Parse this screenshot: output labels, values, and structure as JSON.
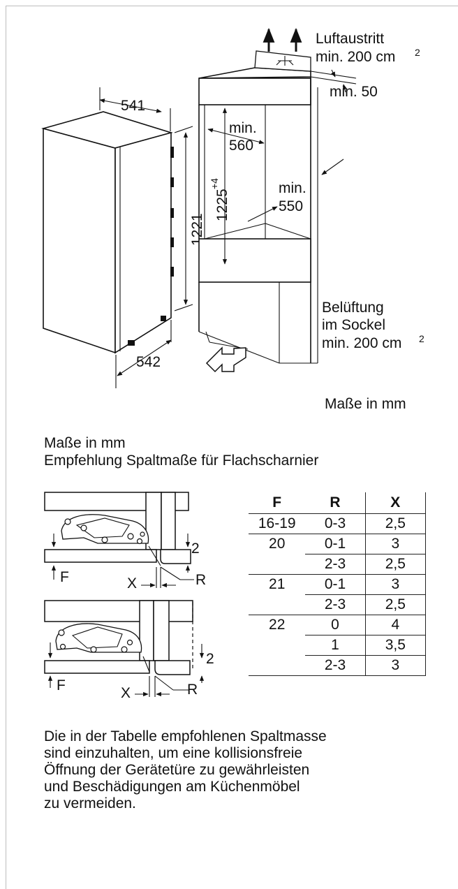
{
  "top_diagram": {
    "labels": {
      "width_top": "541",
      "height_left": "1221",
      "depth_bottom": "542",
      "niche_height": "1225",
      "niche_height_tolerance": "+4",
      "min_width_line1": "min.",
      "min_width_line2": "560",
      "min_depth_line1": "min.",
      "min_depth_line2": "550",
      "air_outlet_line1": "Luftaustritt",
      "air_outlet_line2": "min. 200 cm",
      "air_outlet_sup": "2",
      "min_50": "min. 50",
      "ventilation_line1": "Belüftung",
      "ventilation_line2": "im Sockel",
      "ventilation_line3": "min. 200 cm",
      "ventilation_sup": "2"
    },
    "units_caption": "Maße in mm"
  },
  "gap_section": {
    "heading_line1": "Maße in mm",
    "heading_line2": "Empfehlung Spaltmaße für Flachscharnier",
    "hinge_labels": {
      "two": "2",
      "f": "F",
      "x": "X",
      "r": "R"
    },
    "table": {
      "headers": [
        "F",
        "R",
        "X"
      ],
      "rows": [
        [
          "16-19",
          "0-3",
          "2,5"
        ],
        [
          "20",
          "0-1",
          "3"
        ],
        [
          "",
          "2-3",
          "2,5"
        ],
        [
          "21",
          "0-1",
          "3"
        ],
        [
          "",
          "2-3",
          "2,5"
        ],
        [
          "22",
          "0",
          "4"
        ],
        [
          "",
          "1",
          "3,5"
        ],
        [
          "",
          "2-3",
          "3"
        ]
      ]
    }
  },
  "note": {
    "lines": [
      "Die in der Tabelle empfohlenen Spaltmasse",
      "sind einzuhalten, um eine kollisionsfreie",
      "Öffnung der Gerätetüre zu gewährleisten",
      "und Beschädigungen am Küchenmöbel",
      "zu vermeiden."
    ]
  }
}
